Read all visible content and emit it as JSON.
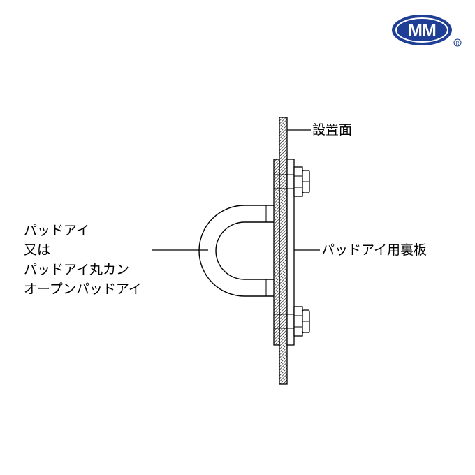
{
  "logo": {
    "text": "MM",
    "registered": "R",
    "color": "#1e3f95"
  },
  "labels": {
    "installation_surface": "設置面",
    "backing_plate": "パッドアイ用裏板",
    "pad_eye_lines": [
      "パッドアイ",
      "又は",
      "パッドアイ丸カン",
      "オープンパッドアイ"
    ]
  }
}
